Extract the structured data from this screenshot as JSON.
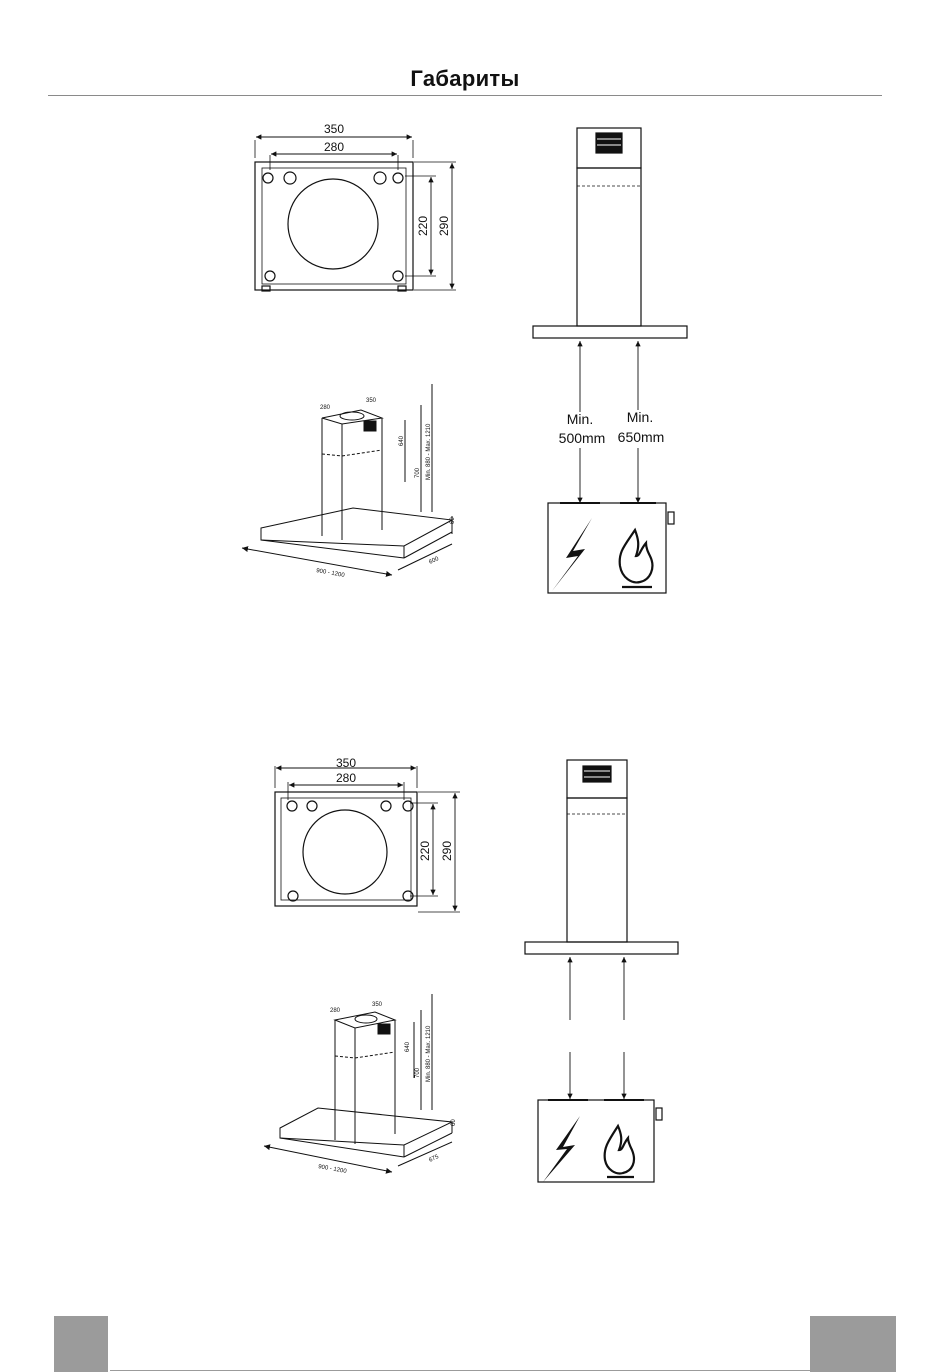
{
  "header": {
    "title": "Габариты"
  },
  "top_plan": {
    "dim_width_outer": "350",
    "dim_width_inner": "280",
    "dim_height_inner": "220",
    "dim_height_outer": "290"
  },
  "top_iso": {
    "dim_top_a": "280",
    "dim_top_b": "350",
    "dim_chimney_a": "640",
    "dim_chimney_b": "700",
    "dim_total": "Min. 880 - Max. 1210",
    "dim_canopy_h": "60",
    "dim_width": "900 - 1200",
    "dim_depth": "600"
  },
  "top_clearance": {
    "electric_line1": "Min.",
    "electric_line2": "500mm",
    "gas_line1": "Min.",
    "gas_line2": "650mm"
  },
  "bottom_plan": {
    "dim_width_outer": "350",
    "dim_width_inner": "280",
    "dim_height_inner": "220",
    "dim_height_outer": "290"
  },
  "bottom_iso": {
    "dim_top_a": "280",
    "dim_top_b": "350",
    "dim_chimney_a": "640",
    "dim_chimney_b": "700",
    "dim_total": "Min. 880 - Max. 1210",
    "dim_canopy_h": "60",
    "dim_width": "900 - 1200",
    "dim_depth": "675"
  },
  "icons": {
    "electric": "lightning-bolt-icon",
    "gas": "flame-icon"
  }
}
